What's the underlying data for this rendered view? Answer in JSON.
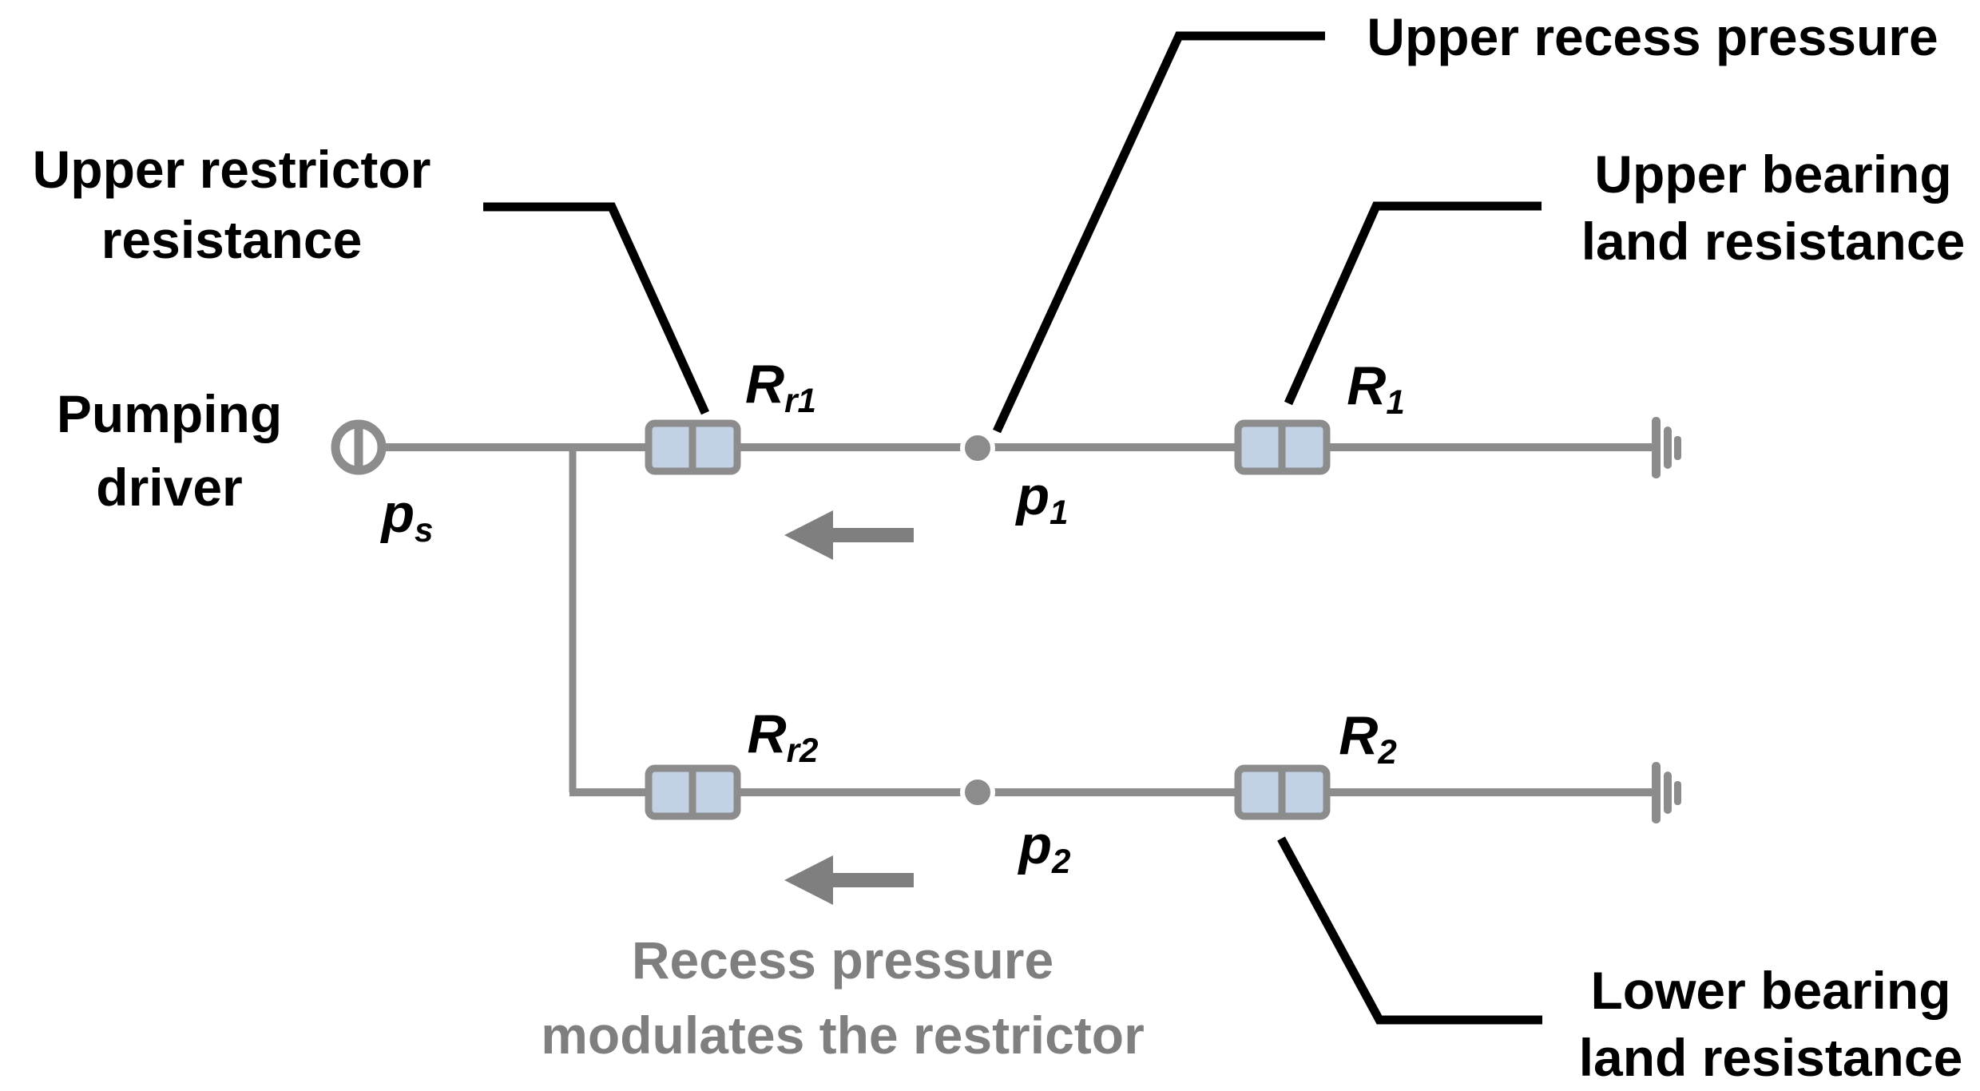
{
  "figure": {
    "type": "hydrostatic-bearing-resistance-network-schematic"
  },
  "colors": {
    "pipe_gray": "#8C8C8C",
    "arrow_gray": "#7F7F7F",
    "restrictor_fill_blue": "#C3D1E5",
    "callout_black": "#000000",
    "text_black": "#000000",
    "text_gray": "#7F7F7F",
    "background": "#FFFFFF"
  },
  "annotations": {
    "upper_restrictor": {
      "line1": "Upper restrictor",
      "line2": "resistance"
    },
    "upper_recess": {
      "text": "Upper recess pressure"
    },
    "upper_bearing": {
      "line1": "Upper bearing",
      "line2": "land resistance"
    },
    "lower_bearing": {
      "line1": "Lower bearing",
      "line2": "land resistance"
    },
    "pumping_driver": {
      "line1": "Pumping",
      "line2": "driver"
    },
    "recess_note": {
      "line1": "Recess pressure",
      "line2": "modulates the restrictor"
    }
  },
  "node_labels": {
    "ps": {
      "base": "p",
      "sub": "s"
    },
    "p1": {
      "base": "p",
      "sub": "1"
    },
    "p2": {
      "base": "p",
      "sub": "2"
    },
    "rr1": {
      "base": "R",
      "sub": "r1"
    },
    "r1": {
      "base": "R",
      "sub": "1"
    },
    "rr2": {
      "base": "R",
      "sub": "r2"
    },
    "r2": {
      "base": "R",
      "sub": "2"
    }
  }
}
